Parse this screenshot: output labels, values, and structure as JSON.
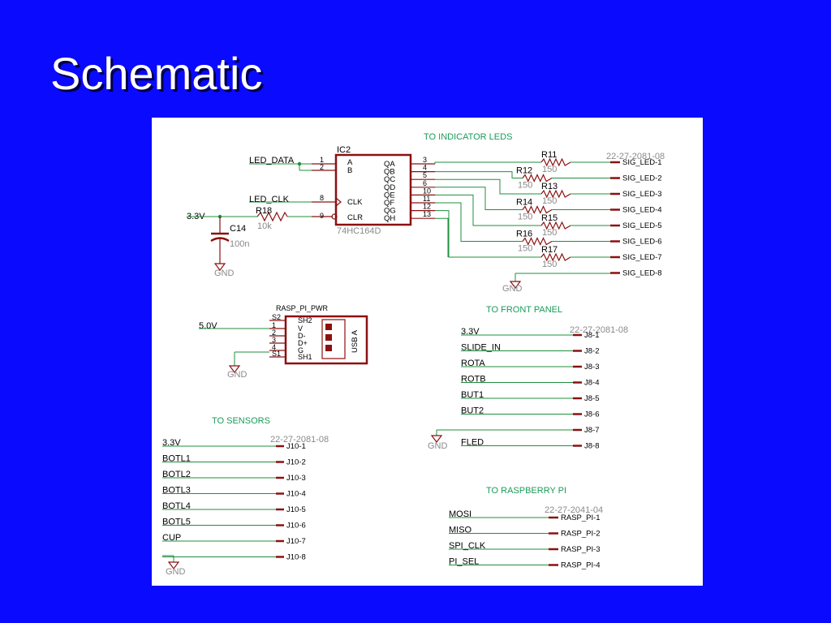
{
  "slide_title": "Schematic",
  "sections": {
    "leds": "TO INDICATOR LEDS",
    "front": "TO FRONT PANEL",
    "sensors": "TO SENSORS",
    "rpi": "TO RASPBERRY PI"
  },
  "ic": {
    "name": "IC2",
    "part": "74HC164D",
    "left_pins": [
      {
        "num": "1",
        "name": "A",
        "net": "LED_DATA"
      },
      {
        "num": "2",
        "name": "B",
        "net": ""
      },
      {
        "num": "8",
        "name": "CLK",
        "net": "LED_CLK"
      },
      {
        "num": "9",
        "name": "CLR",
        "net": ""
      }
    ],
    "right_pins": [
      {
        "num": "3",
        "name": "QA"
      },
      {
        "num": "4",
        "name": "QB"
      },
      {
        "num": "5",
        "name": "QC"
      },
      {
        "num": "6",
        "name": "QD"
      },
      {
        "num": "10",
        "name": "QE"
      },
      {
        "num": "11",
        "name": "QF"
      },
      {
        "num": "12",
        "name": "QG"
      },
      {
        "num": "13",
        "name": "QH"
      }
    ]
  },
  "r18": {
    "name": "R18",
    "value": "10k"
  },
  "c14": {
    "name": "C14",
    "value": "100n"
  },
  "rail_3v3": "3.3V",
  "rail_5v": "5.0V",
  "gnd": "GND",
  "led_connector": {
    "part": "22-27-2081-08",
    "resistors": [
      {
        "name": "R11",
        "value": "150"
      },
      {
        "name": "R12",
        "value": "150"
      },
      {
        "name": "R13",
        "value": "150"
      },
      {
        "name": "R14",
        "value": "150"
      },
      {
        "name": "R15",
        "value": "150"
      },
      {
        "name": "R16",
        "value": "150"
      },
      {
        "name": "R17",
        "value": "150"
      }
    ],
    "pins": [
      "SIG_LED-1",
      "SIG_LED-2",
      "SIG_LED-3",
      "SIG_LED-4",
      "SIG_LED-5",
      "SIG_LED-6",
      "SIG_LED-7",
      "SIG_LED-8"
    ]
  },
  "usb": {
    "title": "RASP_PI_PWR",
    "pin_nums": [
      "S2",
      "1",
      "2",
      "3",
      "4",
      "S1"
    ],
    "pin_names": [
      "SH2",
      "V",
      "D-",
      "D+",
      "G",
      "SH1"
    ],
    "label": "USB A"
  },
  "j8": {
    "part": "22-27-2081-08",
    "nets": [
      "3.3V",
      "SLIDE_IN",
      "ROTA",
      "ROTB",
      "BUT1",
      "BUT2",
      "",
      "FLED"
    ],
    "pins": [
      "J8-1",
      "J8-2",
      "J8-3",
      "J8-4",
      "J8-5",
      "J8-6",
      "J8-7",
      "J8-8"
    ]
  },
  "j10": {
    "part": "22-27-2081-08",
    "nets": [
      "3.3V",
      "BOTL1",
      "BOTL2",
      "BOTL3",
      "BOTL4",
      "BOTL5",
      "CUP",
      ""
    ],
    "pins": [
      "J10-1",
      "J10-2",
      "J10-3",
      "J10-4",
      "J10-5",
      "J10-6",
      "J10-7",
      "J10-8"
    ]
  },
  "rasp": {
    "part": "22-27-2041-04",
    "nets": [
      "MOSI",
      "MISO",
      "SPI_CLK",
      "PI_SEL"
    ],
    "pins": [
      "RASP_PI-1",
      "RASP_PI-2",
      "RASP_PI-3",
      "RASP_PI-4"
    ]
  }
}
